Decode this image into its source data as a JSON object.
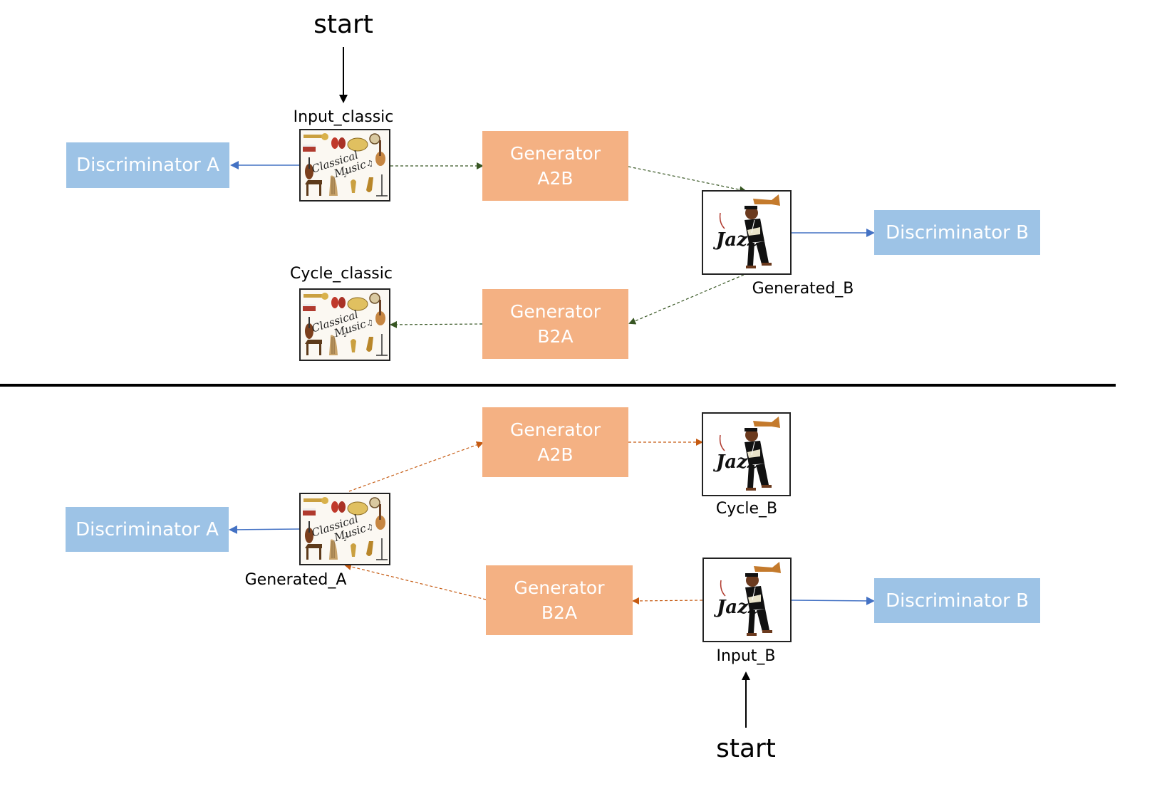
{
  "start_label": "start",
  "discriminator_a": "Discriminator  A",
  "discriminator_b": "Discriminator  B",
  "generator_a2b": [
    "Generator",
    "A2B"
  ],
  "generator_b2a": [
    "Generator",
    "B2A"
  ],
  "labels": {
    "input_classic": "Input_classic",
    "cycle_classic": "Cycle_classic",
    "generated_b": "Generated_B",
    "cycle_b": "Cycle_B",
    "generated_a": "Generated_A",
    "input_b": "Input_B"
  },
  "thumbnail_text": {
    "classical": [
      "Classical",
      "Music"
    ],
    "jazz": "Jazz"
  },
  "colors": {
    "discriminator": "#9dc3e6",
    "generator": "#f4b183",
    "disc_arrow": "#4472c4",
    "green_dashed": "#375623",
    "orange_dashed": "#c55a11"
  },
  "icons": {
    "classical": "classical-music-collage-icon",
    "jazz": "jazz-trumpet-player-icon"
  }
}
